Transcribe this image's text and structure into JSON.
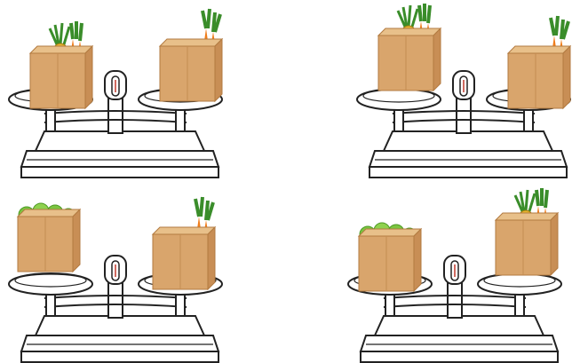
{
  "image": {
    "description_items": [
      {
        "id": "top-left",
        "left_box": "mixed",
        "right_box": "vegetables"
      },
      {
        "id": "top-right",
        "left_box": "mixed",
        "right_box": "vegetables"
      },
      {
        "id": "bottom-left",
        "left_box": "apples",
        "right_box": "vegetables"
      },
      {
        "id": "bottom-right",
        "left_box": "apples",
        "right_box": "mixed"
      }
    ],
    "colors": {
      "box_front": "#d9a56c",
      "box_side": "#c88e55",
      "box_top": "#e8c08a",
      "apple": "#7cc441",
      "apple_dark": "#4d9a24",
      "tomato": "#e12a2a",
      "carrot": "#f07d1b",
      "leaf": "#3a8d2a",
      "pineapple": "#e6b630",
      "outline": "#222222"
    }
  }
}
